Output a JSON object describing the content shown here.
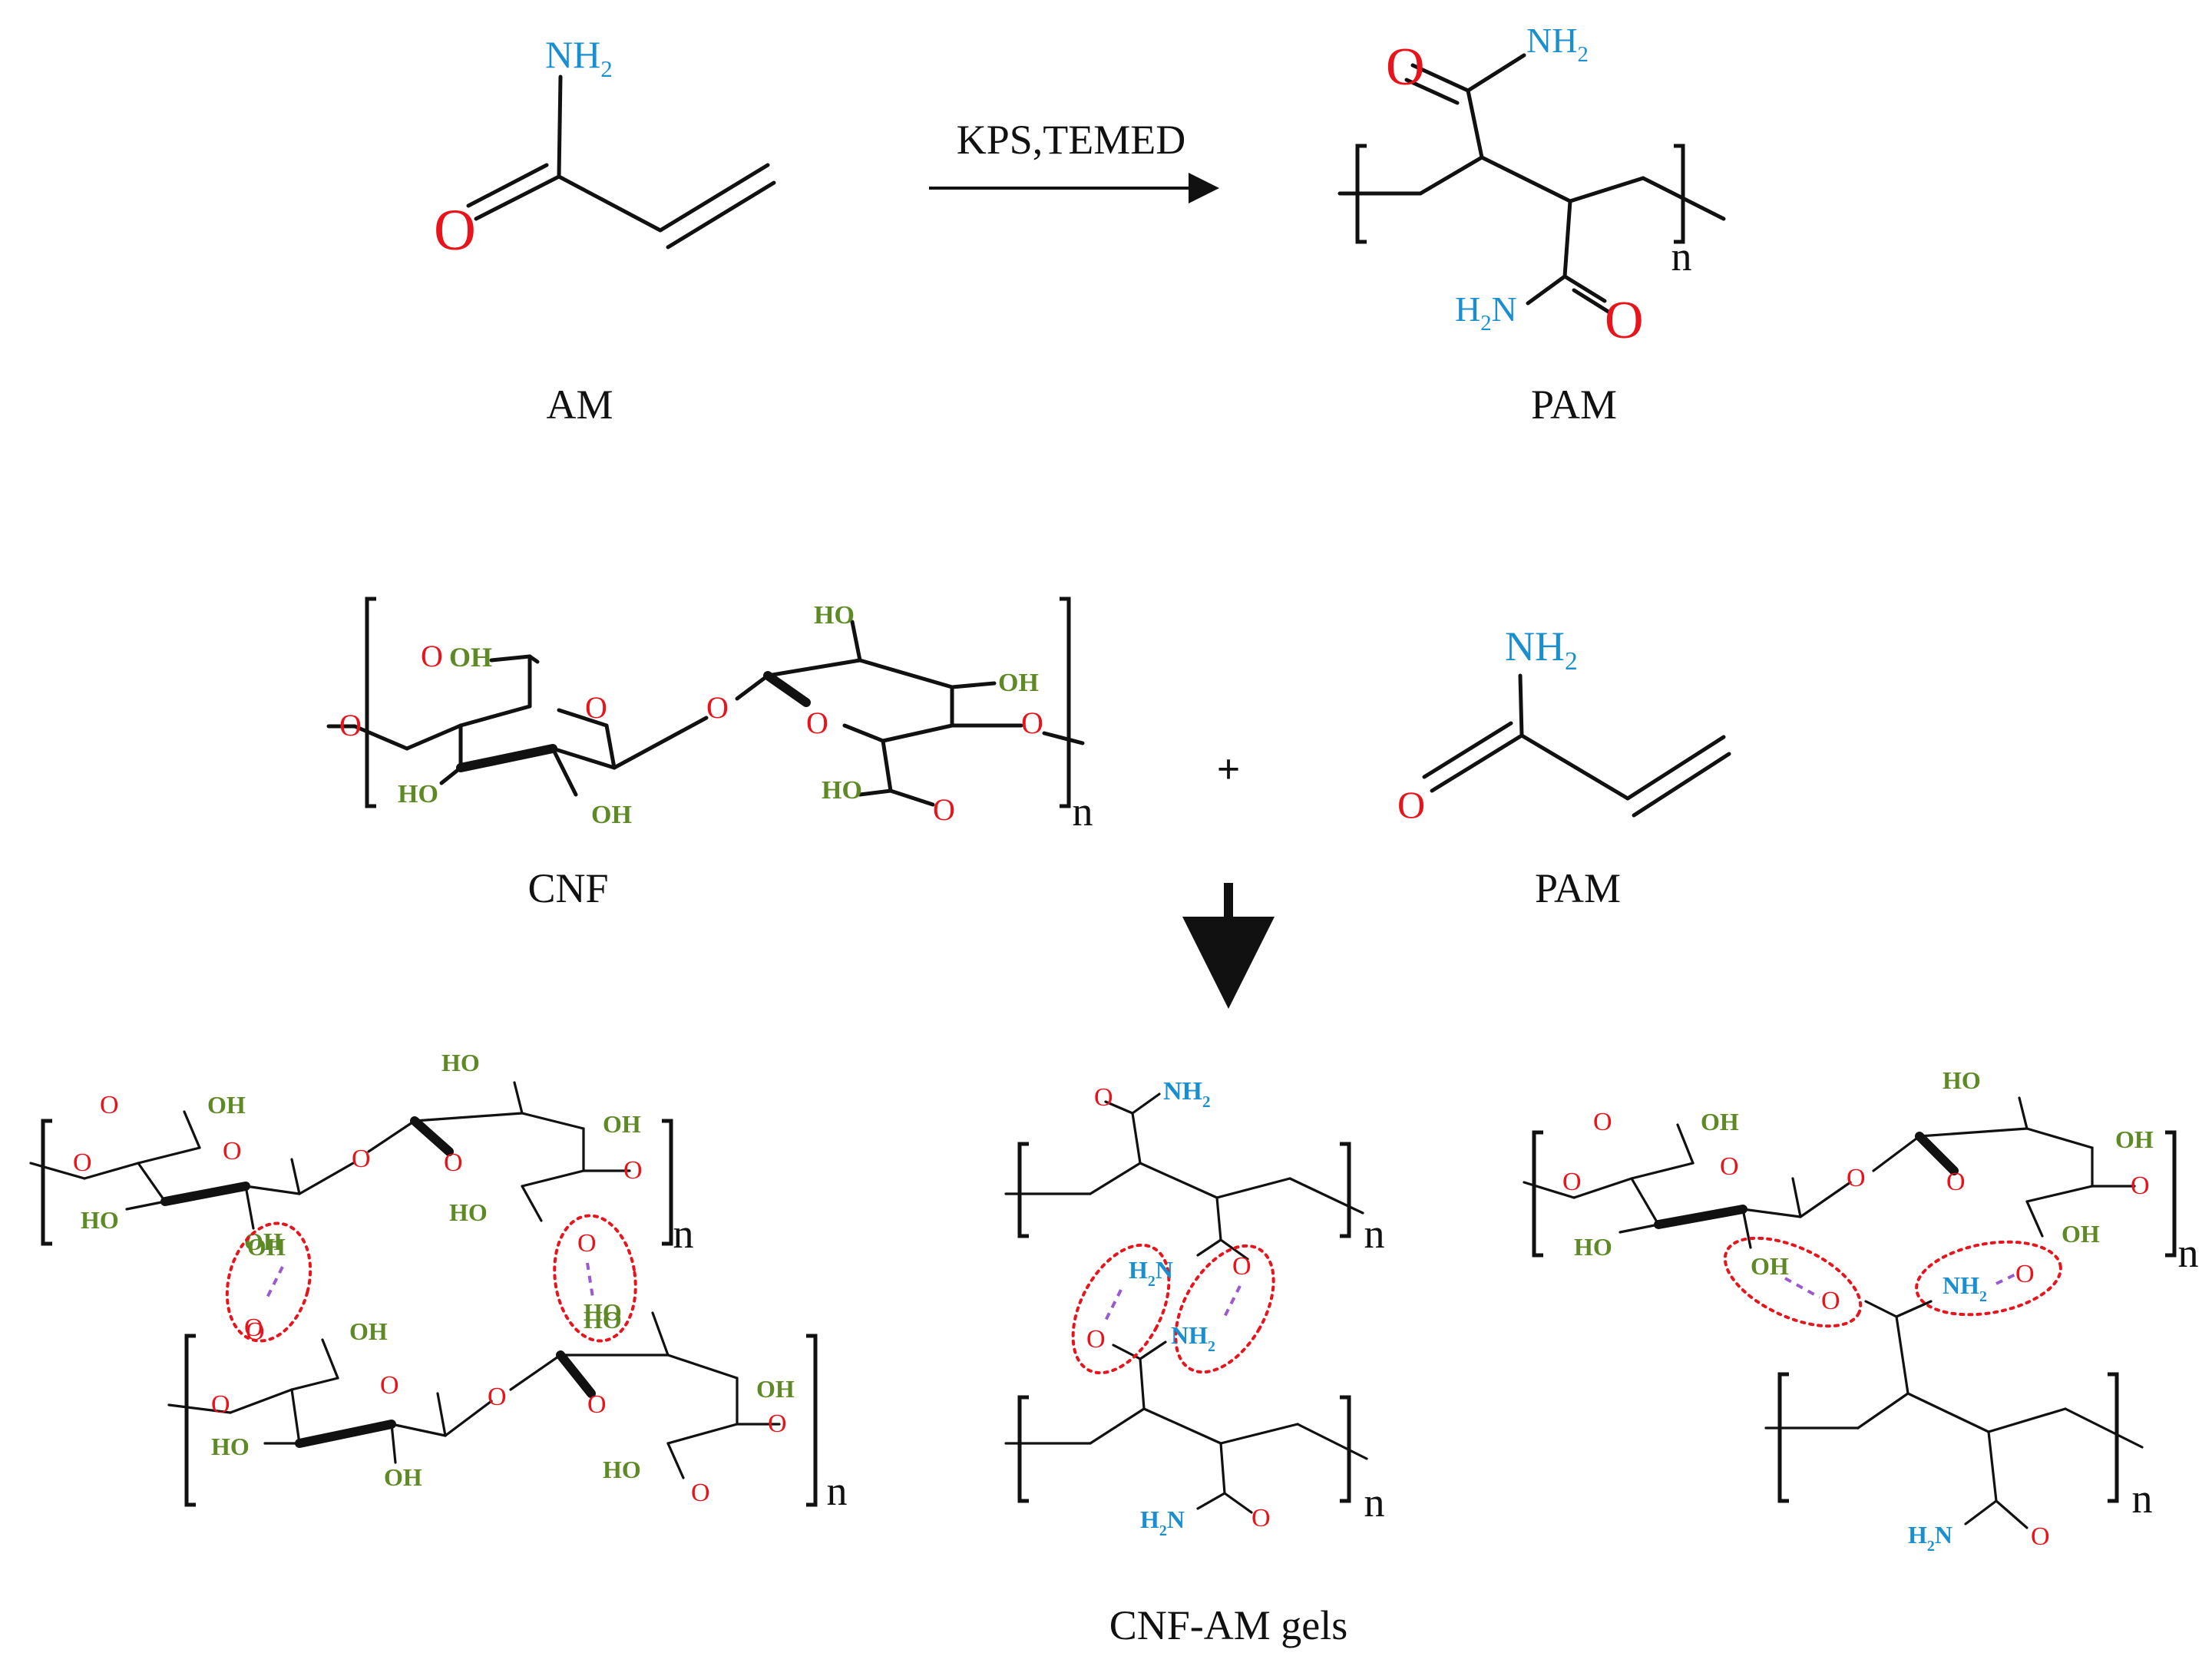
{
  "reaction1": {
    "reagents": "KPS,TEMED",
    "reactant_label": "AM",
    "product_label": "PAM"
  },
  "reaction2": {
    "label_cnf": "CNF",
    "label_pam": "PAM",
    "plus": "+",
    "product_label": "CNF-AM gels"
  },
  "atoms": {
    "amine": "NH",
    "amine_sub": "2",
    "amine_left": "H",
    "amine_left_n": "N",
    "oxygen": "O",
    "hydroxyl": "OH",
    "hydroxyl_rev": "HO",
    "repeat_index": "n"
  },
  "colors": {
    "oxygen": "#e8141b",
    "nitrogen": "#1a8fd0",
    "hydroxyl": "#5e8a26",
    "h_bond": "#9b59d0"
  }
}
